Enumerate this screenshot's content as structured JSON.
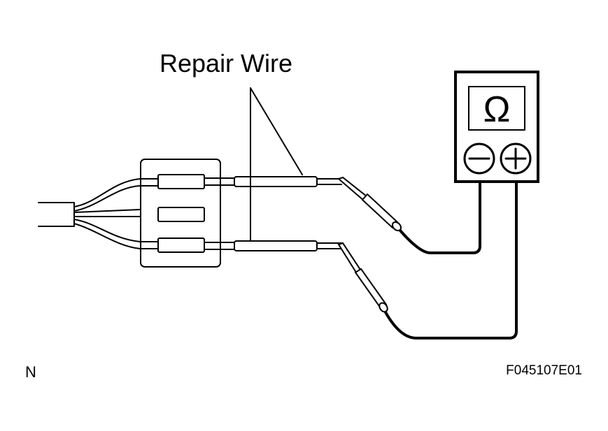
{
  "callout_label": "Repair Wire",
  "meter": {
    "display_symbol": "Ω",
    "negative_terminal": "negative-terminal-icon",
    "positive_terminal": "positive-terminal-icon"
  },
  "corner_label": "N",
  "figure_code": "F045107E01"
}
